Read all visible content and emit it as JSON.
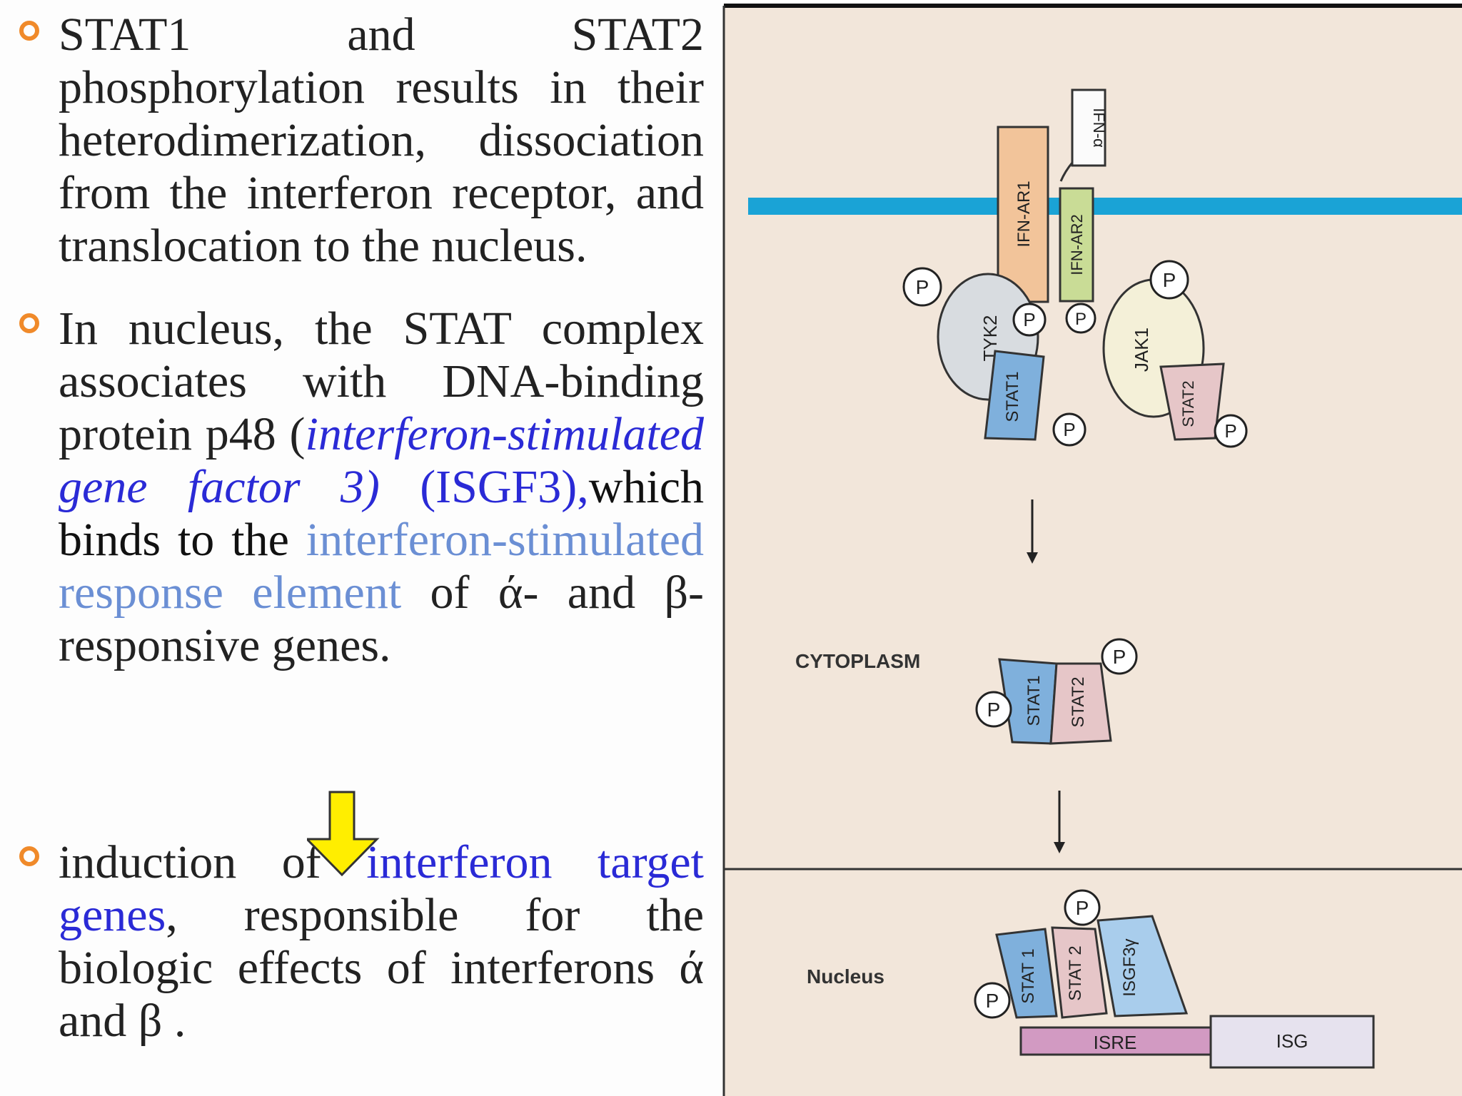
{
  "bullets": [
    {
      "text": "STAT1 and STAT2 phosphorylation results in their heterodimerization, dissociation from the interferon receptor, and translocation to the nucleus."
    },
    {
      "part1": " In nucleus, the STAT complex associates with DNA-binding protein p48 (",
      "part2_italic": "interferon-stimulated gene factor 3)",
      "part3": " (ISGF3),",
      "part4": "which binds to the ",
      "part5": "interferon-stimulated response element",
      "part6": " of  ά- and β-responsive genes."
    },
    {
      "part1": " induction of ",
      "part2": "interferon target genes",
      "part3": ", responsible for the biologic effects of interferons ά and β ."
    }
  ],
  "diagram": {
    "labels": {
      "ifn_alpha": "IFN-α",
      "ifn_ar1": "IFN-AR1",
      "ifn_ar2": "IFN-AR2",
      "tyk2": "TYK2",
      "jak1": "JAK1",
      "stat1": "STAT1",
      "stat2": "STAT2",
      "phospho": "P",
      "cytoplasm": "CYTOPLASM",
      "nucleus": "Nucleus",
      "stat1_n": "STAT 1",
      "stat2_n": "STAT 2",
      "isgf3": "ISGF3γ",
      "isre": "ISRE",
      "isg": "ISG"
    },
    "colors": {
      "background": "#f2e6da",
      "membrane": "#1aa3d6",
      "ifn_ar1": "#f2c49a",
      "ifn_ar2": "#c9dc96",
      "tyk2": "#d8dce0",
      "jak1": "#f4f0d8",
      "stat1": "#7fb0dc",
      "stat2": "#e6c6c8",
      "isgf3": "#a9cdec",
      "isre": "#d29ac2",
      "isg": "#e6e2ee"
    }
  }
}
